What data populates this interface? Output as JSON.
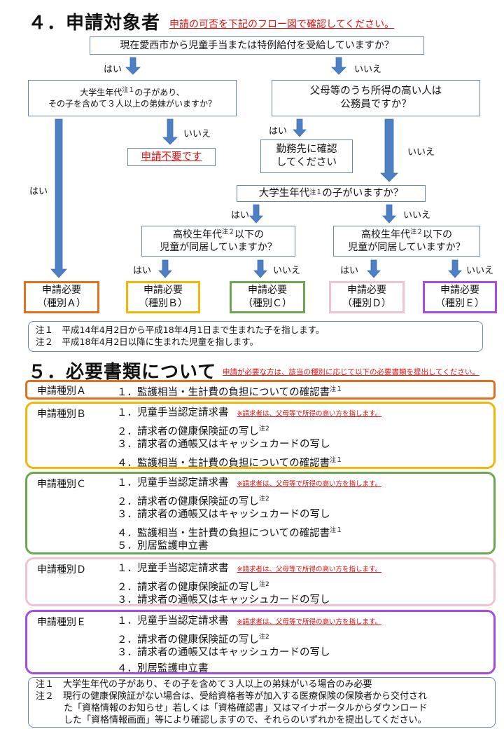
{
  "section4": {
    "title": "４．申請対象者",
    "note": "申請の可否を下記のフロー図で確認してください。"
  },
  "flow": {
    "q1": "現在愛西市から児童手当または特例給付を受給していますか？",
    "yes": "はい",
    "no": "いいえ",
    "q2_pre": "大学生年代",
    "q2_sup": "注１",
    "q2_post": "の子があり、",
    "q2_line2": "その子を含めて３人以上の弟妹がいますか？",
    "q3_line1": "父母等のうち所得の高い人は",
    "q3_line2": "公務員ですか？",
    "not_required": "申請不要です",
    "confirm_line1": "勤務先に確認",
    "confirm_line2": "してください",
    "q4_pre": "大学生年代",
    "q4_sup": "注１",
    "q4_post": "の子がいますか？",
    "q5_pre": "高校生年代",
    "q5_sup": "注２",
    "q5_post": "以下の",
    "q5_line2": "児童が同居していますか？",
    "results": [
      {
        "label": "申請必要",
        "type": "（種別Ａ）",
        "color": "#e2711d"
      },
      {
        "label": "申請必要",
        "type": "（種別Ｂ）",
        "color": "#f2b705"
      },
      {
        "label": "申請必要",
        "type": "（種別Ｃ）",
        "color": "#6aa84f"
      },
      {
        "label": "申請必要",
        "type": "（種別Ｄ）",
        "color": "#f4c2cf"
      },
      {
        "label": "申請必要",
        "type": "（種別Ｅ）",
        "color": "#a64ce0"
      }
    ]
  },
  "flow_notes": [
    "注１　平成14年4月2日から平成18年4月1日まで生まれた子を指します。",
    "注２　平成18年4月2日以降に生まれた児童を指します。"
  ],
  "section5": {
    "title": "５．必要書類について",
    "note": "申請が必要な方は、該当の種別に応じて以下の必要書類を提出してください。"
  },
  "requester_note": "※請求者は、父母等で所得の高い方を指します。",
  "docs": {
    "a": {
      "type": "申請種別Ａ",
      "items": [
        "１．監護相当・生計費の負担についての確認書"
      ],
      "sup": "注１"
    },
    "b": {
      "type": "申請種別Ｂ",
      "items": [
        "１．児童手当認定請求書",
        "２．請求者の健康保険証の写し",
        "３．請求者の通帳又はキャッシュカードの写し",
        "４．監護相当・生計費の負担についての確認書"
      ]
    },
    "c": {
      "type": "申請種別Ｃ",
      "items": [
        "１．児童手当認定請求書",
        "２．請求者の健康保険証の写し",
        "３．請求者の通帳又はキャッシュカードの写し",
        "４．監護相当・生計費の負担についての確認書",
        "５．別居監護申立書"
      ]
    },
    "d": {
      "type": "申請種別Ｄ",
      "items": [
        "１．児童手当認定請求書",
        "２．請求者の健康保険証の写し",
        "３．請求者の通帳又はキャッシュカードの写し"
      ]
    },
    "e": {
      "type": "申請種別Ｅ",
      "items": [
        "１．児童手当認定請求書",
        "２．請求者の健康保険証の写し",
        "３．請求者の通帳又はキャッシュカードの写し",
        "４．別居監護申立書"
      ]
    },
    "sup1": "注１",
    "sup2": "注2",
    "sup1b": "注１"
  },
  "doc_notes": [
    "注１　大学生年代の子があり、その子を含めて３人以上の弟妹がいる場合のみ必要",
    "注２　現行の健康保険証がない場合は、受給資格者等が加入する医療保険の保険者から交付され",
    "た「資格情報のお知らせ」若しくは「資格確認書」又はマイナポータルからダウンロード",
    "した「資格情報画面」等により確認しますので、それらのいずれかを提出してください。"
  ],
  "colors": {
    "arrow": "#4d7fc4",
    "red": "#e01010",
    "box_border": "#6b86b5"
  }
}
